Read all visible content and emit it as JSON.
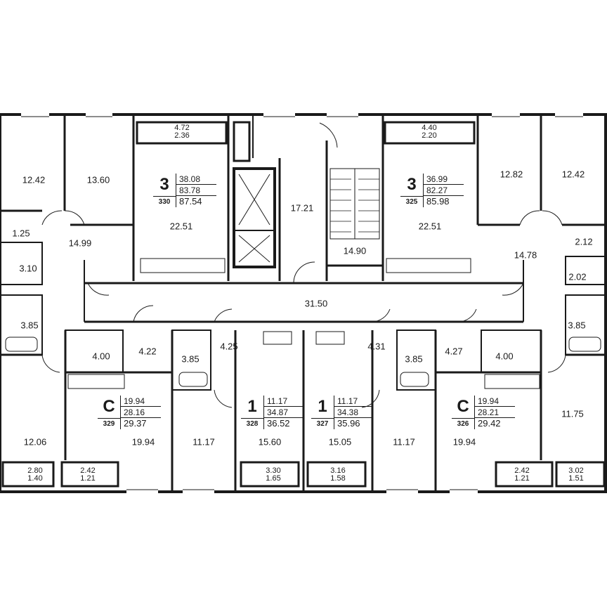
{
  "colors": {
    "wall": "#1a1a1a",
    "background": "#ffffff",
    "fixture": "#555555"
  },
  "rooms": [
    {
      "id": "r1",
      "label": "12.42"
    },
    {
      "id": "r2",
      "label": "13.60"
    },
    {
      "id": "r3",
      "label": "22.51"
    },
    {
      "id": "r4",
      "label": "17.21"
    },
    {
      "id": "r5",
      "label": "14.90"
    },
    {
      "id": "r6",
      "label": "22.51"
    },
    {
      "id": "r7",
      "label": "12.82"
    },
    {
      "id": "r8",
      "label": "12.42"
    },
    {
      "id": "r9",
      "label": "1.25"
    },
    {
      "id": "r10",
      "label": "14.99"
    },
    {
      "id": "r11",
      "label": "3.10"
    },
    {
      "id": "r12",
      "label": "2.12"
    },
    {
      "id": "r13",
      "label": "14.78"
    },
    {
      "id": "r14",
      "label": "2.02"
    },
    {
      "id": "r15",
      "label": "31.50"
    },
    {
      "id": "r16",
      "label": "3.85"
    },
    {
      "id": "r17",
      "label": "4.00"
    },
    {
      "id": "r18",
      "label": "4.22"
    },
    {
      "id": "r19",
      "label": "3.85"
    },
    {
      "id": "r20",
      "label": "4.25"
    },
    {
      "id": "r21",
      "label": "4.31"
    },
    {
      "id": "r22",
      "label": "3.85"
    },
    {
      "id": "r23",
      "label": "4.27"
    },
    {
      "id": "r24",
      "label": "4.00"
    },
    {
      "id": "r25",
      "label": "3.85"
    },
    {
      "id": "r26",
      "label": "12.06"
    },
    {
      "id": "r27",
      "label": "19.94"
    },
    {
      "id": "r28",
      "label": "11.17"
    },
    {
      "id": "r29",
      "label": "15.60"
    },
    {
      "id": "r30",
      "label": "15.05"
    },
    {
      "id": "r31",
      "label": "11.17"
    },
    {
      "id": "r32",
      "label": "19.94"
    },
    {
      "id": "r33",
      "label": "11.75"
    }
  ],
  "balconies": [
    {
      "id": "b1",
      "top": "4.72",
      "bottom": "2.36"
    },
    {
      "id": "b2",
      "top": "4.40",
      "bottom": "2.20"
    },
    {
      "id": "b3",
      "top": "2.80",
      "bottom": "1.40"
    },
    {
      "id": "b4",
      "top": "2.42",
      "bottom": "1.21"
    },
    {
      "id": "b5",
      "top": "3.30",
      "bottom": "1.65"
    },
    {
      "id": "b6",
      "top": "3.16",
      "bottom": "1.58"
    },
    {
      "id": "b7",
      "top": "2.42",
      "bottom": "1.21"
    },
    {
      "id": "b8",
      "top": "3.02",
      "bottom": "1.51"
    }
  ],
  "apartments": [
    {
      "id": "a330",
      "type": "3",
      "number": "330",
      "areas": [
        "38.08",
        "83.78",
        "87.54"
      ]
    },
    {
      "id": "a325",
      "type": "3",
      "number": "325",
      "areas": [
        "36.99",
        "82.27",
        "85.98"
      ]
    },
    {
      "id": "a329",
      "type": "С",
      "number": "329",
      "areas": [
        "19.94",
        "28.16",
        "29.37"
      ]
    },
    {
      "id": "a328",
      "type": "1",
      "number": "328",
      "areas": [
        "11.17",
        "34.87",
        "36.52"
      ]
    },
    {
      "id": "a327",
      "type": "1",
      "number": "327",
      "areas": [
        "11.17",
        "34.38",
        "35.96"
      ]
    },
    {
      "id": "a326",
      "type": "С",
      "number": "326",
      "areas": [
        "19.94",
        "28.21",
        "29.42"
      ]
    }
  ]
}
